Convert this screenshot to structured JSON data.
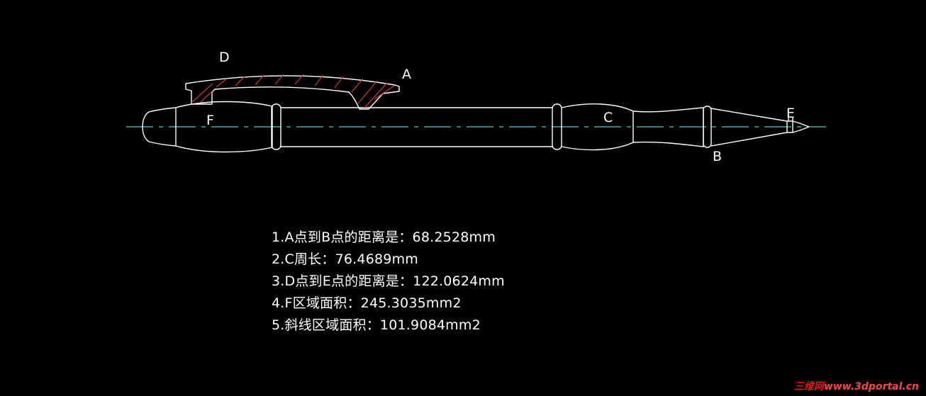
{
  "drawing": {
    "labels": {
      "a": "A",
      "b": "B",
      "c": "C",
      "d": "D",
      "e": "E",
      "f": "F"
    },
    "colors": {
      "background": "#000000",
      "outline": "#ffffff",
      "centerline": "#4fc3c9",
      "hatch": "#c0392b"
    }
  },
  "notes": [
    "1.A点到B点的距离是：68.2528mm",
    "2.C周长：76.4689mm",
    "3.D点到E点的距离是：122.0624mm",
    "4.F区域面积：245.3035mm2",
    "5.斜线区域面积：101.9084mm2"
  ],
  "watermark": {
    "chinese": "三维网",
    "url": "www.3dportal.cn"
  }
}
